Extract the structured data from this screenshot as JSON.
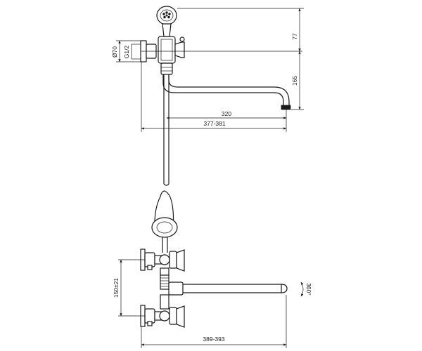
{
  "dimensions": {
    "top_view": {
      "mount_diameter": "Ø70",
      "thread": "G1/2",
      "handshower_height": "77",
      "spout_height": "165",
      "spout_reach": "320",
      "total_reach": "377-381"
    },
    "front_view": {
      "center_distance": "150±21",
      "swivel_angle": "360°",
      "total_width": "389-393"
    }
  }
}
